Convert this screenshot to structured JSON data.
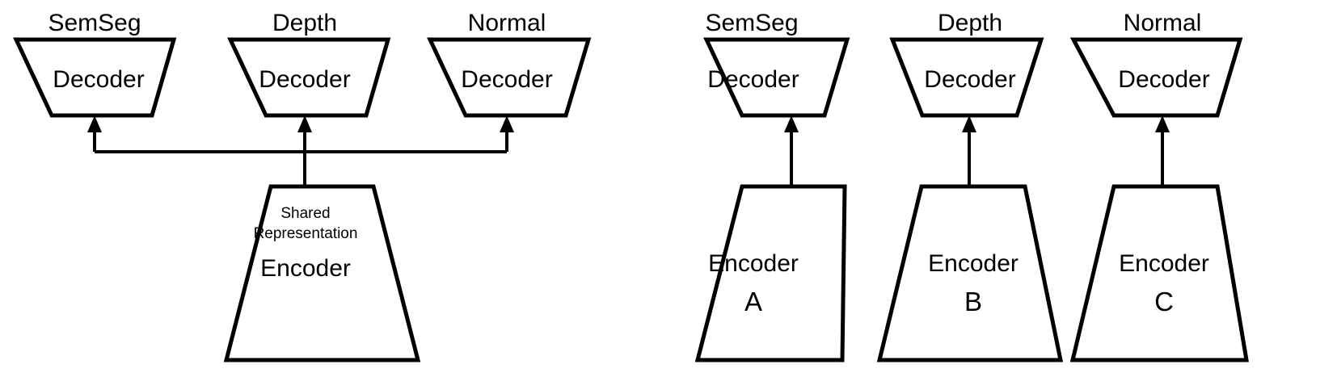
{
  "figure": {
    "title": "Multi-task shared encoder versus per-task independent encoders",
    "background_color": "#ffffff",
    "line_color": "#000000",
    "text_color": "#000000"
  },
  "left_panel": {
    "name": "shared-encoder-architecture",
    "task_titles": [
      "SemSeg",
      "Depth",
      "Normal"
    ],
    "decoders": [
      {
        "label": "Decoder"
      },
      {
        "label": "Decoder"
      },
      {
        "label": "Decoder"
      }
    ],
    "encoder": {
      "caption_line1": "Shared",
      "caption_line2": "Representation",
      "label": "Encoder"
    }
  },
  "right_panel": {
    "name": "independent-encoders-architecture",
    "task_titles": [
      "SemSeg",
      "Depth",
      "Normal"
    ],
    "decoders": [
      {
        "label": "Decoder"
      },
      {
        "label": "Decoder"
      },
      {
        "label": "Decoder"
      }
    ],
    "encoders": [
      {
        "label": "Encoder",
        "letter": "A"
      },
      {
        "label": "Encoder",
        "letter": "B"
      },
      {
        "label": "Encoder",
        "letter": "C"
      }
    ]
  }
}
